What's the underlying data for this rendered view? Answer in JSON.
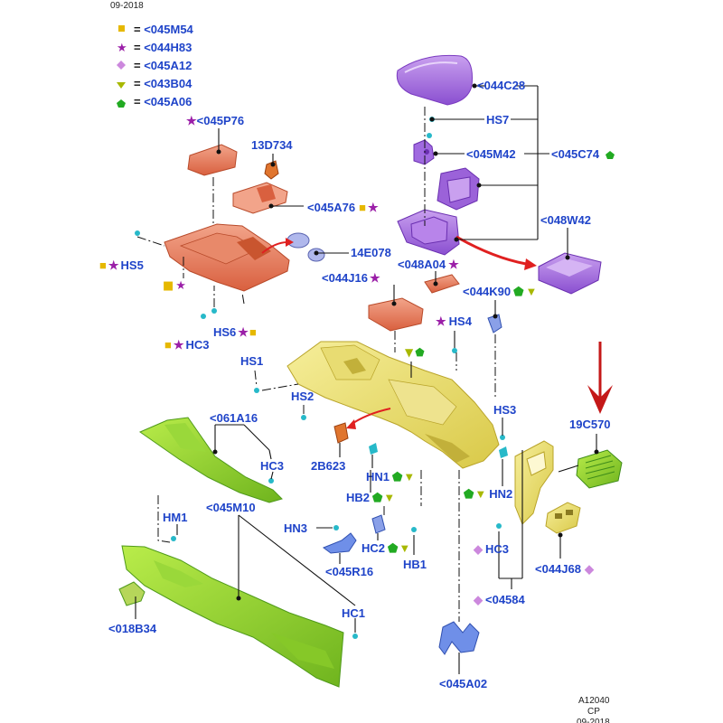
{
  "header": {
    "date_top": "09-2018"
  },
  "footer": {
    "code": "A12040",
    "cp": "CP",
    "date": "09-2018"
  },
  "legend": [
    {
      "symbol": "square",
      "color": "#e6b800",
      "eq": "=",
      "code": "<045M54"
    },
    {
      "symbol": "star",
      "color": "#9b1fa8",
      "eq": "=",
      "code": "<044H83"
    },
    {
      "symbol": "diamond",
      "color": "#cc88dd",
      "eq": "=",
      "code": "<045A12"
    },
    {
      "symbol": "triangle",
      "color": "#a8b800",
      "eq": "=",
      "code": "<043B04"
    },
    {
      "symbol": "pentagon",
      "color": "#22aa22",
      "eq": "=",
      "code": "<045A06"
    }
  ],
  "labels": {
    "p045P76": "<045P76",
    "p13D734": "13D734",
    "p045A76": "<045A76",
    "p14E078": "14E078",
    "pHS5": "HS5",
    "pHS6": "HS6",
    "pHC3a": "HC3",
    "p044C28": "<044C28",
    "pHS7": "HS7",
    "p045M42": "<045M42",
    "p045C74": "<045C74",
    "p048W42": "<048W42",
    "p048A04": "<048A04",
    "p044J16": "<044J16",
    "p044K90": "<044K90",
    "pHS4": "HS4",
    "pHS1": "HS1",
    "pHS2": "HS2",
    "pHS3": "HS3",
    "p061A16": "<061A16",
    "pHC3b": "HC3",
    "p2B623": "2B623",
    "pHN1": "HN1",
    "pHB2": "HB2",
    "pHN2": "HN2",
    "p19C570": "19C570",
    "p045M10": "<045M10",
    "pHM1": "HM1",
    "pHN3": "HN3",
    "pHC2": "HC2",
    "pHB1": "HB1",
    "pHC3c": "HC3",
    "p045R16": "<045R16",
    "p044J68": "<044J68",
    "p04584": "<04584",
    "pHC1": "HC1",
    "p018B34": "<018B34",
    "p045A02": "<045A02"
  }
}
